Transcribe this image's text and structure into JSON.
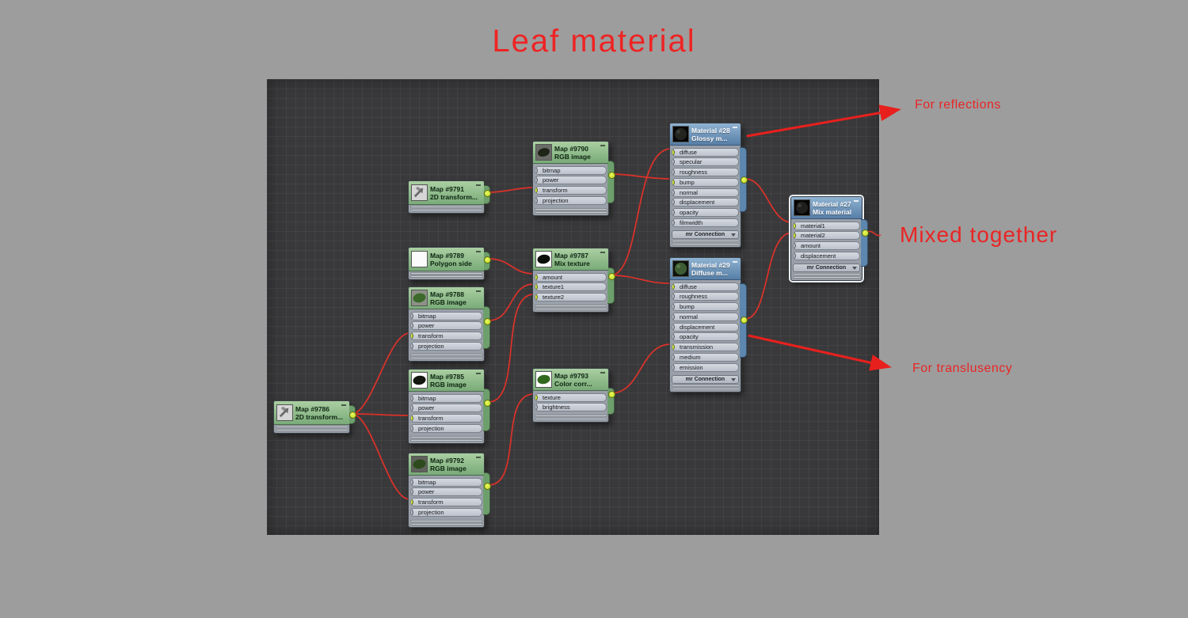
{
  "title": "Leaf material",
  "annotations": {
    "reflections": "For reflections",
    "mixed_together": "Mixed together",
    "translucency": "For translusency"
  },
  "colors": {
    "page_bg": "#9d9d9d",
    "canvas_bg": "#39393b",
    "accent_red": "#ec2724",
    "wire_red": "#e73129",
    "map_header_green": "#86b381",
    "material_header_blue": "#6b93b8",
    "socket_connected": "#d7ee33",
    "socket_free": "#b9bfc9"
  },
  "icons": {
    "minimize": "minimize-dash",
    "footer_caret": "caret-down",
    "thumbs": [
      "transform-arrows",
      "white-swatch",
      "dark-leaf",
      "green-leaf",
      "black-leaf-on-white",
      "green-leaf-on-white",
      "dark-sphere",
      "green-sphere"
    ]
  },
  "nodes": {
    "m9791": {
      "title": "Map #9791",
      "subtitle": "2D transform..."
    },
    "m9790": {
      "title": "Map #9790",
      "subtitle": "RGB image",
      "ports": [
        {
          "label": "bitmap",
          "connected": false
        },
        {
          "label": "power",
          "connected": false
        },
        {
          "label": "transform",
          "connected": true
        },
        {
          "label": "projection",
          "connected": false
        }
      ]
    },
    "m9789": {
      "title": "Map #9789",
      "subtitle": "Polygon side"
    },
    "m9788": {
      "title": "Map #9788",
      "subtitle": "RGB image",
      "ports": [
        {
          "label": "bitmap",
          "connected": false
        },
        {
          "label": "power",
          "connected": false
        },
        {
          "label": "transform",
          "connected": true
        },
        {
          "label": "projection",
          "connected": false
        }
      ]
    },
    "m9787": {
      "title": "Map #9787",
      "subtitle": "Mix texture",
      "ports": [
        {
          "label": "amount",
          "connected": true
        },
        {
          "label": "texture1",
          "connected": true
        },
        {
          "label": "texture2",
          "connected": true
        }
      ]
    },
    "m9785": {
      "title": "Map #9785",
      "subtitle": "RGB image",
      "ports": [
        {
          "label": "bitmap",
          "connected": false
        },
        {
          "label": "power",
          "connected": false
        },
        {
          "label": "transform",
          "connected": true
        },
        {
          "label": "projection",
          "connected": false
        }
      ]
    },
    "m9786": {
      "title": "Map #9786",
      "subtitle": "2D transform..."
    },
    "m9792": {
      "title": "Map #9792",
      "subtitle": "RGB image",
      "ports": [
        {
          "label": "bitmap",
          "connected": false
        },
        {
          "label": "power",
          "connected": false
        },
        {
          "label": "transform",
          "connected": true
        },
        {
          "label": "projection",
          "connected": false
        }
      ]
    },
    "m9793": {
      "title": "Map #9793",
      "subtitle": "Color corr...",
      "ports": [
        {
          "label": "texture",
          "connected": true
        },
        {
          "label": "brightness",
          "connected": false
        }
      ]
    },
    "mat28": {
      "title": "Material #28",
      "subtitle": "Glossy m...",
      "footer": "mr Connection",
      "ports": [
        {
          "label": "diffuse",
          "connected": true
        },
        {
          "label": "specular",
          "connected": false
        },
        {
          "label": "roughness",
          "connected": false
        },
        {
          "label": "bump",
          "connected": true
        },
        {
          "label": "normal",
          "connected": false
        },
        {
          "label": "displacement",
          "connected": false
        },
        {
          "label": "opacity",
          "connected": false
        },
        {
          "label": "filmwidth",
          "connected": false
        }
      ]
    },
    "mat29": {
      "title": "Material #29",
      "subtitle": "Diffuse m...",
      "footer": "mr Connection",
      "ports": [
        {
          "label": "diffuse",
          "connected": true
        },
        {
          "label": "roughness",
          "connected": false
        },
        {
          "label": "bump",
          "connected": false
        },
        {
          "label": "normal",
          "connected": false
        },
        {
          "label": "displacement",
          "connected": false
        },
        {
          "label": "opacity",
          "connected": false
        },
        {
          "label": "transmission",
          "connected": true
        },
        {
          "label": "medium",
          "connected": false
        },
        {
          "label": "emission",
          "connected": false
        }
      ]
    },
    "mat27": {
      "title": "Material #27",
      "subtitle": "Mix material",
      "footer": "mr Connection",
      "selected": true,
      "ports": [
        {
          "label": "material1",
          "connected": true
        },
        {
          "label": "material2",
          "connected": true
        },
        {
          "label": "amount",
          "connected": false
        },
        {
          "label": "displacement",
          "connected": false
        }
      ]
    }
  }
}
